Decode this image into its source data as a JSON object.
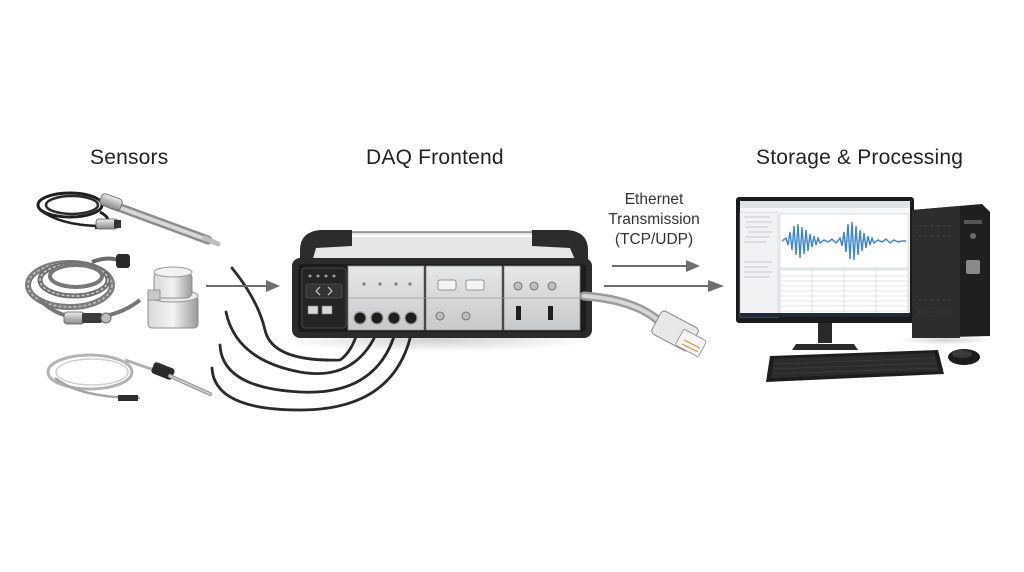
{
  "stages": {
    "sensors": "Sensors",
    "daq": "DAQ Frontend",
    "storage": "Storage & Processing"
  },
  "ethernet": {
    "line1": "Ethernet",
    "line2": "Transmission",
    "line3": "(TCP/UDP)"
  },
  "colors": {
    "arrow": "#6e6e6e",
    "daq_body": "#2b2b2b",
    "daq_panel": "#d9dadb",
    "pc_tower": "#1f1f1f",
    "waveform": "#3f86c4"
  }
}
